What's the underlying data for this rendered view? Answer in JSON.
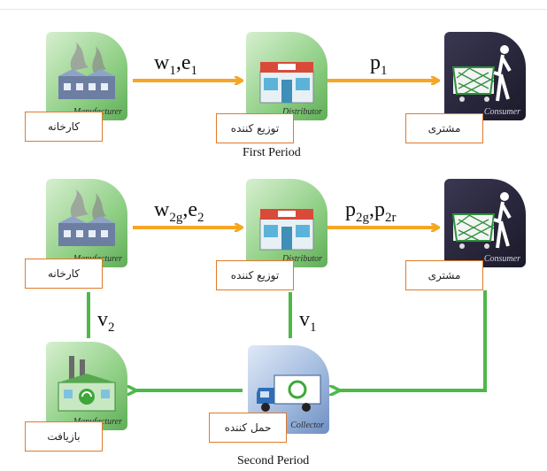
{
  "nodes": {
    "factory_1": {
      "label": "کارخانه",
      "role": "Manufacturer"
    },
    "distributor_1": {
      "label": "توزیع کننده",
      "role": "Distributor"
    },
    "customer_1": {
      "label": "مشتری",
      "role": "Consumer"
    },
    "factory_2": {
      "label": "کارخانه",
      "role": "Manufacturer"
    },
    "distributor_2": {
      "label": "توزیع کننده",
      "role": "Distributor"
    },
    "customer_2": {
      "label": "مشتری",
      "role": "Consumer"
    },
    "recycler": {
      "label": "بازیافت",
      "role": "Manufacturer"
    },
    "transporter": {
      "label": "حمل کننده",
      "role": "Collector"
    }
  },
  "flows": {
    "w1": "w",
    "w1_sub": "1",
    "e1": "e",
    "e1_sub": "1",
    "p1": "p",
    "p1_sub": "1",
    "w2g": "w",
    "w2g_sub": "2g",
    "e2": "e",
    "e2_sub": "2",
    "p2g": "p",
    "p2g_sub": "2g",
    "p2r": "p",
    "p2r_sub": "2r",
    "v2": "v",
    "v2_sub": "2",
    "v1": "v",
    "v1_sub": "1"
  },
  "captions": {
    "period_1": "First Period",
    "period_2": "Second Period"
  },
  "colors": {
    "forward_arrow": "#f6a623",
    "reverse_arrow": "#4db84a",
    "label_border": "#e07a2a"
  },
  "icons": {
    "factory": "factory-icon",
    "store": "store-icon",
    "shopper": "shopping-cart-icon",
    "recycling_plant": "recycling-plant-icon",
    "truck": "recycling-truck-icon"
  }
}
